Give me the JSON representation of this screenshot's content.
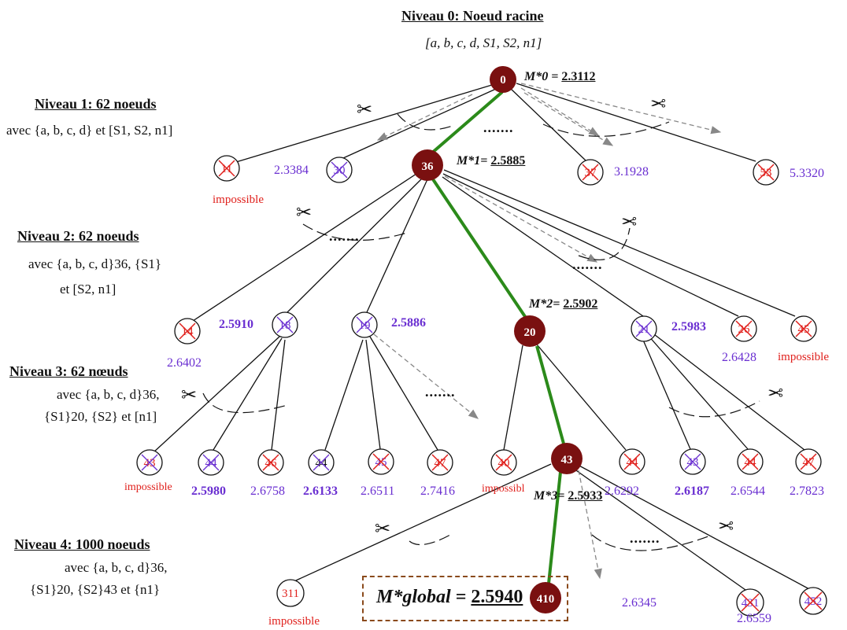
{
  "levels": [
    {
      "title": "Niveau 0: Noeud racine",
      "line1": "[a, b, c, d, S1, S2, n1]"
    },
    {
      "title": "Niveau 1: 62 noeuds",
      "line1": "avec {a, b, c, d} et [S1, S2, n1]"
    },
    {
      "title": "Niveau 2: 62 noeuds",
      "line1": "avec {a, b, c, d}36, {S1}",
      "line2": "et [S2, n1]"
    },
    {
      "title": "Niveau 3: 62 nœuds",
      "line1": "avec {a, b, c, d}36,",
      "line2": "{S1}20, {S2} et [n1]"
    },
    {
      "title": "Niveau 4: 1000 noeuds",
      "line1": "avec {a, b, c, d}36,",
      "line2": "{S1}20, {S2}43 et {n1}"
    }
  ],
  "m_labels": {
    "m0": {
      "label": "M*0 =",
      "value": "2.3112"
    },
    "m1": {
      "label": "M*1=",
      "value": "2.5885"
    },
    "m2": {
      "label": "M*2=",
      "value": "2.5902"
    },
    "m3": {
      "label": "M*3=",
      "value": "2.5933"
    },
    "global": {
      "label": "M*global =",
      "value": "2.5940"
    }
  },
  "nodes": {
    "n0": "0",
    "n1_11": "11",
    "n1_30": "30",
    "n1_36": "36",
    "n1_37": "37",
    "n1_53": "53",
    "n2_14": "14",
    "n2_18": "18",
    "n2_19": "19",
    "n2_20": "20",
    "n2_21": "21",
    "n2_26": "26",
    "n2_45": "45",
    "n3_43a": "43",
    "n3_44a": "44",
    "n3_46": "46",
    "n3_44b": "44",
    "n3_45": "45",
    "n3_47a": "47",
    "n3_40": "40",
    "n3_43": "43",
    "n3_44c": "44",
    "n3_43b": "43",
    "n3_44d": "44",
    "n3_47b": "47",
    "n4_311": "311",
    "n4_410": "410",
    "n4_431": "431",
    "n4_452": "452"
  },
  "values": {
    "v_30": "2.3384",
    "v_37": "3.1928",
    "v_53": "5.3320",
    "v_18": "2.5910",
    "v_19": "2.5886",
    "v_14": "2.6402",
    "v_21": "2.5983",
    "v_26": "2.6428",
    "v_44a": "2.5980",
    "v_46": "2.6758",
    "v_44b": "2.6133",
    "v_45": "2.6511",
    "v_47a": "2.7416",
    "v_44c": "2.6292",
    "v_43b": "2.6187",
    "v_44d": "2.6544",
    "v_47b": "2.7823",
    "v_431": "2.6345",
    "v_452": "2.6559"
  },
  "impossible_label": "impossible",
  "impossible_l3": "impossibl",
  "ellipsis": ".......",
  "colors": {
    "selected": "#7a1010",
    "path": "#2b8a1a",
    "value": "#6a2fd1",
    "impossible": "#e0201c",
    "box": "#8a4a1c"
  }
}
